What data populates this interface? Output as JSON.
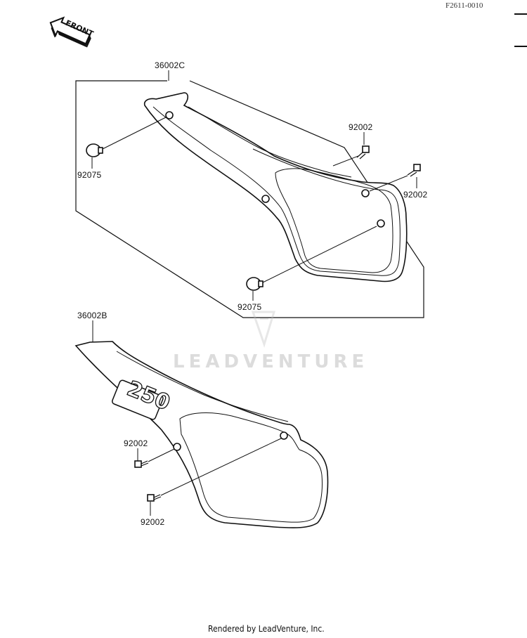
{
  "diagram_code": "F2611-0010",
  "front_arrow_label": "FRONT",
  "watermark": "LEADVENTURE",
  "footer": "Rendered by LeadVenture, Inc.",
  "parts": {
    "cover_c": "36002C",
    "cover_b": "36002B",
    "bolt_top": "92002",
    "bolt_right": "92002",
    "cap_left": "92075",
    "cap_bottom": "92075",
    "bolt_lower_1": "92002",
    "bolt_lower_2": "92002"
  },
  "emblem_text": "250"
}
